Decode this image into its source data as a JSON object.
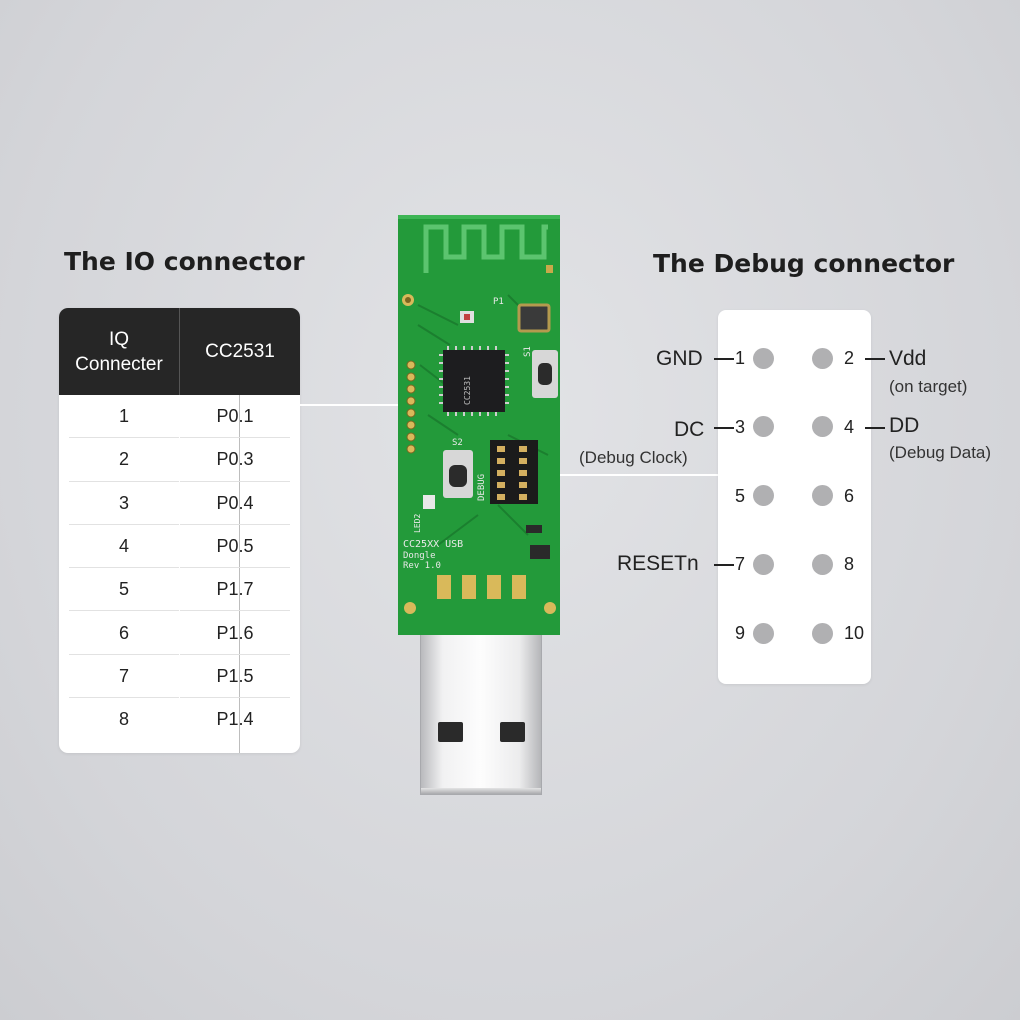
{
  "io_connector": {
    "title": "The IO connector",
    "headers": [
      "IQ\nConnecter",
      "CC2531"
    ],
    "rows": [
      [
        "1",
        "P0.1"
      ],
      [
        "2",
        "P0.3"
      ],
      [
        "3",
        "P0.4"
      ],
      [
        "4",
        "P0.5"
      ],
      [
        "5",
        "P1.7"
      ],
      [
        "6",
        "P1.6"
      ],
      [
        "7",
        "P1.5"
      ],
      [
        "8",
        "P1.4"
      ]
    ]
  },
  "debug_connector": {
    "title": "The Debug connector",
    "pins": [
      "1",
      "2",
      "3",
      "4",
      "5",
      "6",
      "7",
      "8",
      "9",
      "10"
    ],
    "labels": {
      "gnd": "GND",
      "vdd": "Vdd",
      "vdd_sub": "(on target)",
      "dc": "DC",
      "dc_sub": "(Debug Clock)",
      "dd": "DD",
      "dd_sub": "(Debug Data)",
      "reset": "RESETn"
    }
  },
  "board": {
    "silkscreen": [
      "CC25XX USB",
      "Dongle",
      "Rev 1.0",
      "DEBUG",
      "CC2531",
      "P1",
      "S1",
      "S2",
      "LED2"
    ]
  },
  "colors": {
    "pcb_green": "#239a3a",
    "table_header": "#262626",
    "pin_gray": "#b0b0b2"
  }
}
